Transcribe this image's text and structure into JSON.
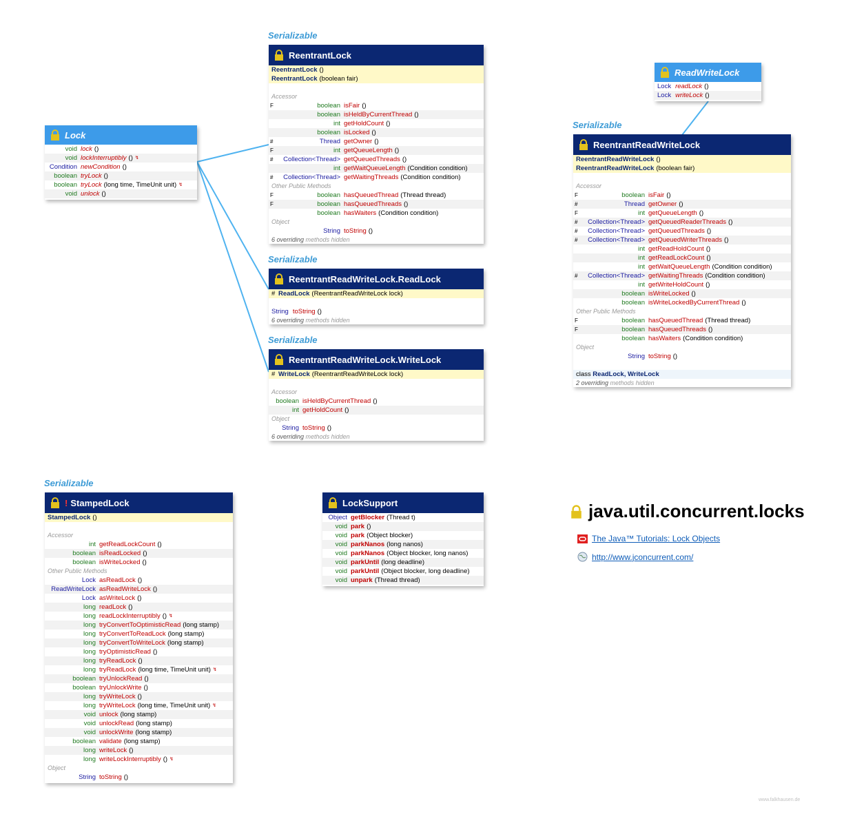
{
  "colors": {
    "header": "#0b2772",
    "interface_header": "#3d9be9",
    "annotation": "#3d9bd6",
    "method": "#c00000",
    "primitive": "#207a20",
    "class": "#1a1aa0",
    "constructor_bg": "#fff9c8",
    "connector": "#4fb3f0"
  },
  "labels": {
    "serializable": "Serializable",
    "accessor": "Accessor",
    "other_public": "Other Public Methods",
    "object": "Object",
    "overriding_prefix_6": "6 overriding",
    "overriding_prefix_2": "2 overriding",
    "methods_hidden": "methods hidden"
  },
  "lock_iface": {
    "name": "Lock",
    "rows": [
      {
        "t": "void",
        "m": "lock",
        "a": "()"
      },
      {
        "t": "void",
        "m": "lockInterruptibly",
        "a": "()",
        "star": "↯"
      },
      {
        "t": "Condition",
        "m": "newCondition",
        "a": "()"
      },
      {
        "t": "boolean",
        "m": "tryLock",
        "a": "()"
      },
      {
        "t": "boolean",
        "m": "tryLock",
        "a": "(long time, TimeUnit unit)",
        "star": "↯"
      },
      {
        "t": "void",
        "m": "unlock",
        "a": "()"
      }
    ]
  },
  "reentrant": {
    "name": "ReentrantLock",
    "ctors": [
      {
        "n": "ReentrantLock",
        "a": "()"
      },
      {
        "n": "ReentrantLock",
        "a": "(boolean fair)"
      }
    ],
    "accessor": [
      {
        "mk": "F",
        "t": "boolean",
        "m": "isFair",
        "a": "()"
      },
      {
        "mk": "",
        "t": "boolean",
        "m": "isHeldByCurrentThread",
        "a": "()"
      },
      {
        "mk": "",
        "t": "int",
        "m": "getHoldCount",
        "a": "()"
      },
      {
        "mk": "",
        "t": "boolean",
        "m": "isLocked",
        "a": "()"
      },
      {
        "mk": "#",
        "t": "Thread",
        "m": "getOwner",
        "a": "()"
      },
      {
        "mk": "F",
        "t": "int",
        "m": "getQueueLength",
        "a": "()"
      },
      {
        "mk": "#",
        "t": "Collection<Thread>",
        "m": "getQueuedThreads",
        "a": "()"
      },
      {
        "mk": "",
        "t": "int",
        "m": "getWaitQueueLength",
        "a": "(Condition condition)"
      },
      {
        "mk": "#",
        "t": "Collection<Thread>",
        "m": "getWaitingThreads",
        "a": "(Condition condition)"
      }
    ],
    "other": [
      {
        "mk": "F",
        "t": "boolean",
        "m": "hasQueuedThread",
        "a": "(Thread thread)"
      },
      {
        "mk": "F",
        "t": "boolean",
        "m": "hasQueuedThreads",
        "a": "()"
      },
      {
        "mk": "",
        "t": "boolean",
        "m": "hasWaiters",
        "a": "(Condition condition)"
      }
    ],
    "object": [
      {
        "t": "String",
        "m": "toString",
        "a": "()"
      }
    ]
  },
  "readlock": {
    "name": "ReentrantReadWriteLock.ReadLock",
    "ctor": {
      "mk": "#",
      "n": "ReadLock",
      "a": "(ReentrantReadWriteLock lock)"
    },
    "rows": [
      {
        "t": "String",
        "m": "toString",
        "a": "()"
      }
    ]
  },
  "writelock": {
    "name": "ReentrantReadWriteLock.WriteLock",
    "ctor": {
      "mk": "#",
      "n": "WriteLock",
      "a": "(ReentrantReadWriteLock lock)"
    },
    "accessor": [
      {
        "t": "boolean",
        "m": "isHeldByCurrentThread",
        "a": "()"
      },
      {
        "t": "int",
        "m": "getHoldCount",
        "a": "()"
      }
    ],
    "object": [
      {
        "t": "String",
        "m": "toString",
        "a": "()"
      }
    ]
  },
  "rwlock_iface": {
    "name": "ReadWriteLock",
    "rows": [
      {
        "t": "Lock",
        "m": "readLock",
        "a": "()"
      },
      {
        "t": "Lock",
        "m": "writeLock",
        "a": "()"
      }
    ]
  },
  "rrwl": {
    "name": "ReentrantReadWriteLock",
    "ctors": [
      {
        "n": "ReentrantReadWriteLock",
        "a": "()"
      },
      {
        "n": "ReentrantReadWriteLock",
        "a": "(boolean fair)"
      }
    ],
    "accessor": [
      {
        "mk": "F",
        "t": "boolean",
        "m": "isFair",
        "a": "()"
      },
      {
        "mk": "#",
        "t": "Thread",
        "m": "getOwner",
        "a": "()"
      },
      {
        "mk": "F",
        "t": "int",
        "m": "getQueueLength",
        "a": "()"
      },
      {
        "mk": "#",
        "t": "Collection<Thread>",
        "m": "getQueuedReaderThreads",
        "a": "()"
      },
      {
        "mk": "#",
        "t": "Collection<Thread>",
        "m": "getQueuedThreads",
        "a": "()"
      },
      {
        "mk": "#",
        "t": "Collection<Thread>",
        "m": "getQueuedWriterThreads",
        "a": "()"
      },
      {
        "mk": "",
        "t": "int",
        "m": "getReadHoldCount",
        "a": "()"
      },
      {
        "mk": "",
        "t": "int",
        "m": "getReadLockCount",
        "a": "()"
      },
      {
        "mk": "",
        "t": "int",
        "m": "getWaitQueueLength",
        "a": "(Condition condition)"
      },
      {
        "mk": "#",
        "t": "Collection<Thread>",
        "m": "getWaitingThreads",
        "a": "(Condition condition)"
      },
      {
        "mk": "",
        "t": "int",
        "m": "getWriteHoldCount",
        "a": "()"
      },
      {
        "mk": "",
        "t": "boolean",
        "m": "isWriteLocked",
        "a": "()"
      },
      {
        "mk": "",
        "t": "boolean",
        "m": "isWriteLockedByCurrentThread",
        "a": "()"
      }
    ],
    "other": [
      {
        "mk": "F",
        "t": "boolean",
        "m": "hasQueuedThread",
        "a": "(Thread thread)"
      },
      {
        "mk": "F",
        "t": "boolean",
        "m": "hasQueuedThreads",
        "a": "()"
      },
      {
        "mk": "",
        "t": "boolean",
        "m": "hasWaiters",
        "a": "(Condition condition)"
      }
    ],
    "object": [
      {
        "t": "String",
        "m": "toString",
        "a": "()"
      }
    ],
    "nested_prefix": "class",
    "nested": "ReadLock, WriteLock"
  },
  "stamped": {
    "name": "StampedLock",
    "ctor": {
      "n": "StampedLock",
      "a": "()"
    },
    "accessor": [
      {
        "t": "int",
        "m": "getReadLockCount",
        "a": "()"
      },
      {
        "t": "boolean",
        "m": "isReadLocked",
        "a": "()"
      },
      {
        "t": "boolean",
        "m": "isWriteLocked",
        "a": "()"
      }
    ],
    "other": [
      {
        "t": "Lock",
        "m": "asReadLock",
        "a": "()"
      },
      {
        "t": "ReadWriteLock",
        "m": "asReadWriteLock",
        "a": "()"
      },
      {
        "t": "Lock",
        "m": "asWriteLock",
        "a": "()"
      },
      {
        "t": "long",
        "m": "readLock",
        "a": "()"
      },
      {
        "t": "long",
        "m": "readLockInterruptibly",
        "a": "()",
        "star": "↯"
      },
      {
        "t": "long",
        "m": "tryConvertToOptimisticRead",
        "a": "(long stamp)"
      },
      {
        "t": "long",
        "m": "tryConvertToReadLock",
        "a": "(long stamp)"
      },
      {
        "t": "long",
        "m": "tryConvertToWriteLock",
        "a": "(long stamp)"
      },
      {
        "t": "long",
        "m": "tryOptimisticRead",
        "a": "()"
      },
      {
        "t": "long",
        "m": "tryReadLock",
        "a": "()"
      },
      {
        "t": "long",
        "m": "tryReadLock",
        "a": "(long time, TimeUnit unit)",
        "star": "↯"
      },
      {
        "t": "boolean",
        "m": "tryUnlockRead",
        "a": "()"
      },
      {
        "t": "boolean",
        "m": "tryUnlockWrite",
        "a": "()"
      },
      {
        "t": "long",
        "m": "tryWriteLock",
        "a": "()"
      },
      {
        "t": "long",
        "m": "tryWriteLock",
        "a": "(long time, TimeUnit unit)",
        "star": "↯"
      },
      {
        "t": "void",
        "m": "unlock",
        "a": "(long stamp)"
      },
      {
        "t": "void",
        "m": "unlockRead",
        "a": "(long stamp)"
      },
      {
        "t": "void",
        "m": "unlockWrite",
        "a": "(long stamp)"
      },
      {
        "t": "boolean",
        "m": "validate",
        "a": "(long stamp)"
      },
      {
        "t": "long",
        "m": "writeLock",
        "a": "()"
      },
      {
        "t": "long",
        "m": "writeLockInterruptibly",
        "a": "()",
        "star": "↯"
      }
    ],
    "object": [
      {
        "t": "String",
        "m": "toString",
        "a": "()"
      }
    ]
  },
  "locksupport": {
    "name": "LockSupport",
    "rows": [
      {
        "t": "Object",
        "m": "getBlocker",
        "a": "(Thread t)"
      },
      {
        "t": "void",
        "m": "park",
        "a": "()"
      },
      {
        "t": "void",
        "m": "park",
        "a": "(Object blocker)"
      },
      {
        "t": "void",
        "m": "parkNanos",
        "a": "(long nanos)"
      },
      {
        "t": "void",
        "m": "parkNanos",
        "a": "(Object blocker, long nanos)"
      },
      {
        "t": "void",
        "m": "parkUntil",
        "a": "(long deadline)"
      },
      {
        "t": "void",
        "m": "parkUntil",
        "a": "(Object blocker, long deadline)"
      },
      {
        "t": "void",
        "m": "unpark",
        "a": "(Thread thread)"
      }
    ]
  },
  "package": {
    "title": "java.util.concurrent.locks",
    "link1": "The Java™ Tutorials: Lock Objects",
    "link2": "http://www.jconcurrent.com/"
  },
  "watermark": "www.falkhausen.de"
}
